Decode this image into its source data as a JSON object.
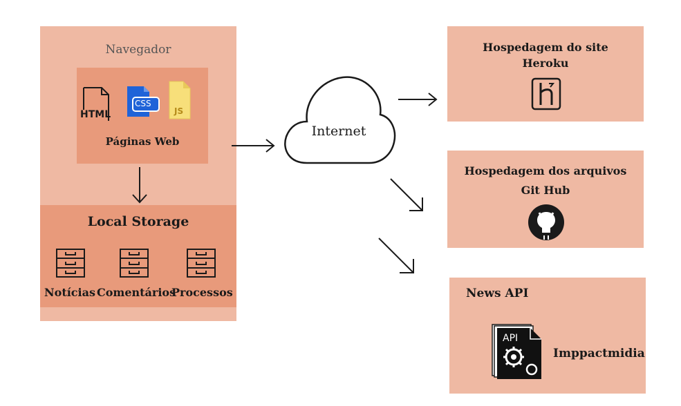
{
  "navegador": {
    "title": "Navegador",
    "paginas_label": "Páginas Web",
    "file_icons": [
      "HTML",
      "CSS",
      "JS"
    ]
  },
  "local_storage": {
    "title": "Local Storage",
    "items": [
      "Notícias",
      "Comentários",
      "Processos"
    ]
  },
  "internet": {
    "label": "Internet"
  },
  "heroku": {
    "line1": "Hospedagem do site",
    "line2": "Heroku"
  },
  "github": {
    "line1": "Hospedagem dos arquivos",
    "line2": "Git Hub"
  },
  "news_api": {
    "title": "News API",
    "provider": "Imppactmidia",
    "icon_text": "API"
  },
  "colors": {
    "light_salmon": "#efb9a3",
    "dark_salmon": "#e89a7b",
    "ink": "#1a1a1a",
    "css_blue": "#1f63d8",
    "js_yellow": "#f7df7a"
  }
}
